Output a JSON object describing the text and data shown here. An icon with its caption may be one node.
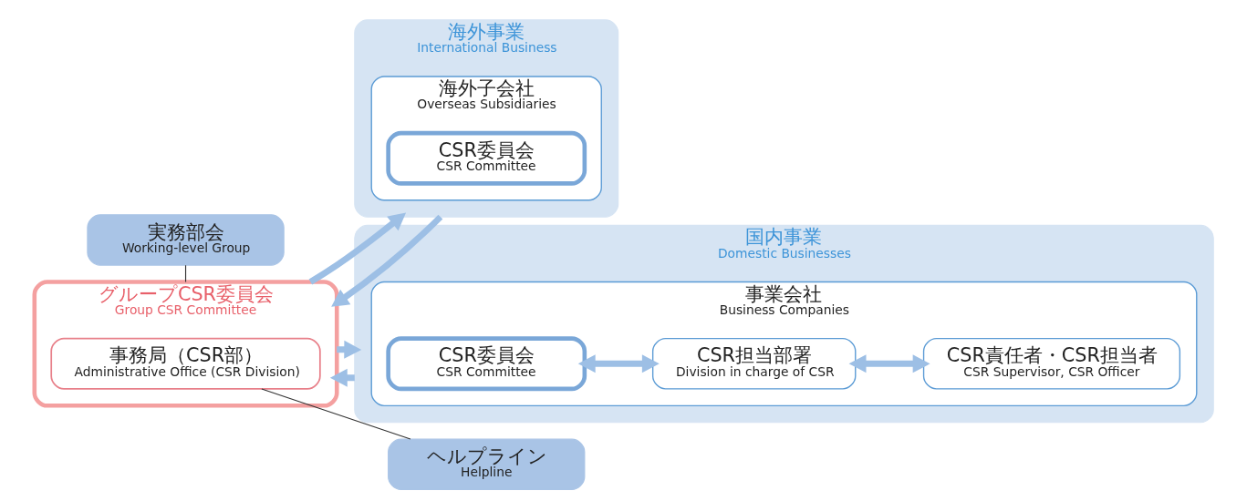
{
  "diagram": {
    "nodes": [
      {
        "text": [
          "グループCSR委員会",
          "Group CSR Committee"
        ]
      },
      {
        "text": [
          "事務局（CSR部）",
          "Administrative Office (CSR Division)"
        ],
        "in": 0
      },
      {
        "text": [
          "海外事業",
          "International Business"
        ]
      },
      {
        "text": [
          "海外子会社",
          "Overseas Subsidiaries"
        ],
        "in": 2
      },
      {
        "text": [
          "CSR委員会",
          "CSR Committee"
        ],
        "in": 3
      },
      {
        "text": [
          "国内事業",
          "Domestic Businesses"
        ]
      },
      {
        "text": [
          "事業会社",
          "Business Companies"
        ],
        "in": 5
      },
      {
        "text": [
          "CSR委員会",
          "CSR Committee"
        ],
        "in": 6
      },
      {
        "text": [
          "CSR担当部署",
          "Division in charge of CSR"
        ],
        "in": 6
      },
      {
        "text": [
          "CSR責任者・CSR担当者",
          "CSR Supervisor, CSR Officer"
        ],
        "in": 6
      },
      {
        "text": [
          "実務部会",
          "Working-level Group"
        ]
      },
      {
        "text": [
          "ヘルプライン",
          "Helpline"
        ]
      }
    ],
    "edges": [
      {
        "from": 0,
        "to": 5,
        "arrow": "to"
      },
      {
        "from": 5,
        "to": 0,
        "arrow": "to"
      },
      {
        "from": 0,
        "to": 2,
        "arrow": "to"
      },
      {
        "from": 2,
        "to": 0,
        "arrow": "to"
      },
      {
        "from": 7,
        "to": 8,
        "arrow": "both"
      },
      {
        "from": 8,
        "to": 9,
        "arrow": "both"
      },
      {
        "from": 0,
        "to": 10,
        "arrow": "none",
        "color": "#333333"
      },
      {
        "from": 1,
        "to": 11,
        "arrow": "none",
        "color": "#333333"
      }
    ]
  }
}
